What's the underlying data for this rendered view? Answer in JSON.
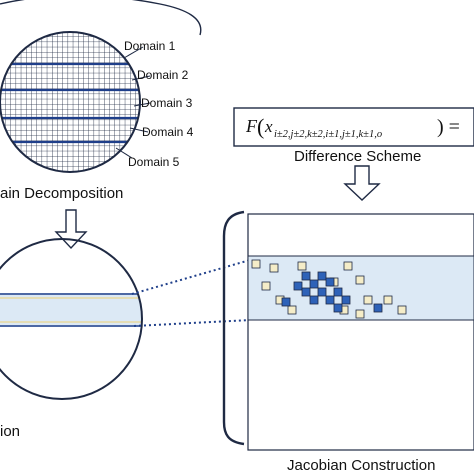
{
  "domains": [
    "Domain 1",
    "Domain 2",
    "Domain 3",
    "Domain 4",
    "Domain 5"
  ],
  "captions": {
    "decomposition": "ain Decomposition",
    "difference": "Difference Scheme",
    "jacobian": "Jacobian Construction",
    "left_partial": "ion"
  },
  "formula": {
    "lead": "F",
    "base": "x",
    "subscript": "i±2,j±2,k±2,i±1,j±1,k±1,o",
    "tail": ") ="
  },
  "colors": {
    "stroke": "#1f2a44",
    "band_fill": "#dce9f5",
    "dark_cell": "#2e62b8",
    "light_cell": "#f5edc8",
    "domain_line": "#1f3f8a",
    "arrow_fill": "#ffffff"
  },
  "icons": [
    "down-arrow-icon",
    "down-arrow-icon"
  ]
}
